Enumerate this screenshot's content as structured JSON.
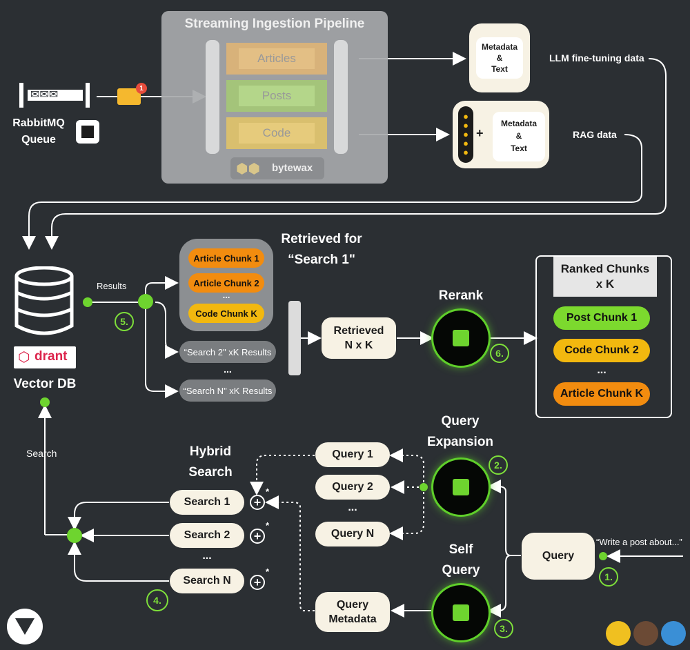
{
  "pipeline": {
    "title": "Streaming Ingestion Pipeline",
    "sources": [
      "Articles",
      "Posts",
      "Code"
    ],
    "engine": "bytewax"
  },
  "queue": {
    "label_line1": "RabbitMQ",
    "label_line2": "Queue",
    "badge": "1"
  },
  "outputs": {
    "finetune_box": [
      "Metadata",
      "&",
      "Text"
    ],
    "finetune_label": "LLM fine-tuning data",
    "rag_box": [
      "Metadata",
      "&",
      "Text"
    ],
    "rag_plus": "+",
    "rag_label": "RAG data"
  },
  "vector_db": {
    "label": "Vector DB",
    "logo": "drant",
    "results_label": "Results",
    "search_label": "Search"
  },
  "retrieved": {
    "title_line1": "Retrieved for",
    "title_line2": "“Search 1\"",
    "chunks": [
      "Article Chunk 1",
      "Article Chunk 2",
      "...",
      "Code Chunk K"
    ],
    "others": [
      "“Search 2\" xK Results",
      "...",
      "“Search N\" xK Results"
    ],
    "retrieved_nk": [
      "Retrieved",
      "N x K"
    ]
  },
  "rerank": {
    "label": "Rerank"
  },
  "ranked": {
    "title": [
      "Ranked Chunks",
      "x K"
    ],
    "items": [
      "Post Chunk 1",
      "Code Chunk 2",
      "...",
      "Article Chunk K"
    ]
  },
  "query_expansion": {
    "title": [
      "Query",
      "Expansion"
    ],
    "queries": [
      "Query 1",
      "Query 2",
      "...",
      "Query N"
    ]
  },
  "self_query": {
    "title": [
      "Self",
      "Query"
    ],
    "metadata": [
      "Query",
      "Metadata"
    ]
  },
  "hybrid": {
    "title": [
      "Hybrid",
      "Search"
    ],
    "searches": [
      "Search 1",
      "Search 2",
      "...",
      "Search N"
    ],
    "star": "*"
  },
  "query": {
    "label": "Query",
    "prompt": "“Write a post about...”"
  },
  "steps": [
    "1.",
    "2.",
    "3.",
    "4.",
    "5.",
    "6."
  ],
  "colors": {
    "background": "#2b2f33",
    "green": "#6ed42f",
    "orange": "#f28c0f",
    "yellow": "#f2b80f",
    "lime": "#7cd92e",
    "cream": "#f7f2e4"
  }
}
